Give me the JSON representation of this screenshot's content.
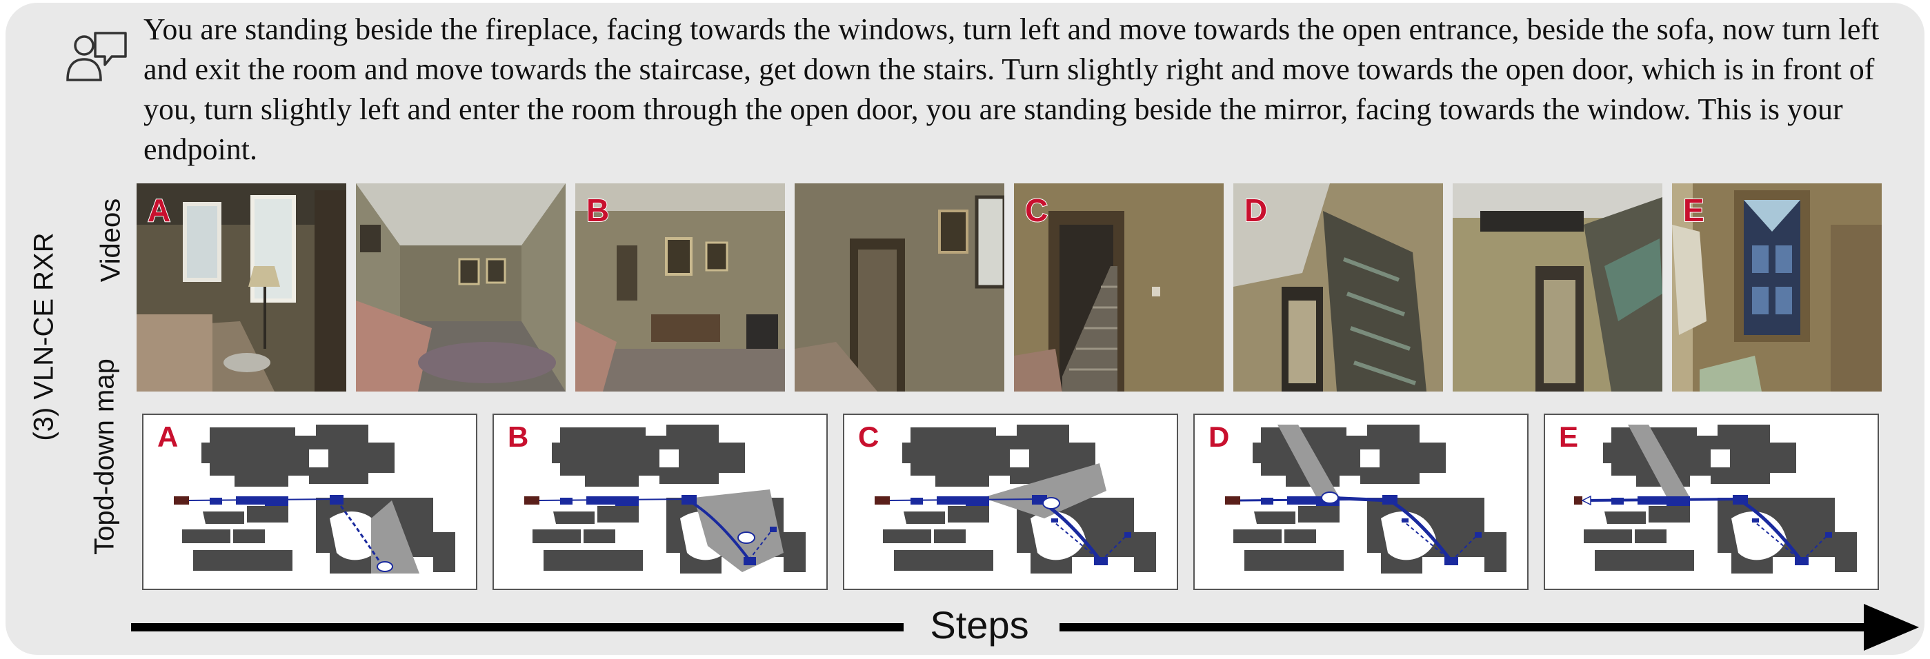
{
  "instruction": "You are standing beside the fireplace, facing towards the windows, turn left and move towards the open entrance, beside the sofa, now turn left and exit the room and move towards the staircase, get down the stairs. Turn slightly right and move towards the open door, which is in front of you, turn slightly left and enter the room through the open door, you are standing beside the mirror, facing towards the window. This is your endpoint.",
  "side_labels": {
    "dataset": "(3) VLN-CE RXR",
    "videos": "Videos",
    "map": "Topd-down map"
  },
  "video_frames": [
    {
      "letter": "A",
      "scene": "living-room-windows"
    },
    {
      "letter": "",
      "scene": "living-room-wide"
    },
    {
      "letter": "B",
      "scene": "wood-panel-room"
    },
    {
      "letter": "",
      "scene": "open-doorway"
    },
    {
      "letter": "C",
      "scene": "doorway-to-stairs"
    },
    {
      "letter": "D",
      "scene": "staircase-down"
    },
    {
      "letter": "",
      "scene": "hallway-below"
    },
    {
      "letter": "E",
      "scene": "stained-glass-window"
    }
  ],
  "maps": [
    {
      "letter": "A"
    },
    {
      "letter": "B"
    },
    {
      "letter": "C"
    },
    {
      "letter": "D"
    },
    {
      "letter": "E"
    }
  ],
  "steps_label": "Steps",
  "icons": {
    "instruction": "user-speech-icon"
  },
  "colors": {
    "letter": "#c8102e",
    "floor": "#4a4a4a",
    "path": "#1a2a9e",
    "background": "#e9e9e9"
  }
}
